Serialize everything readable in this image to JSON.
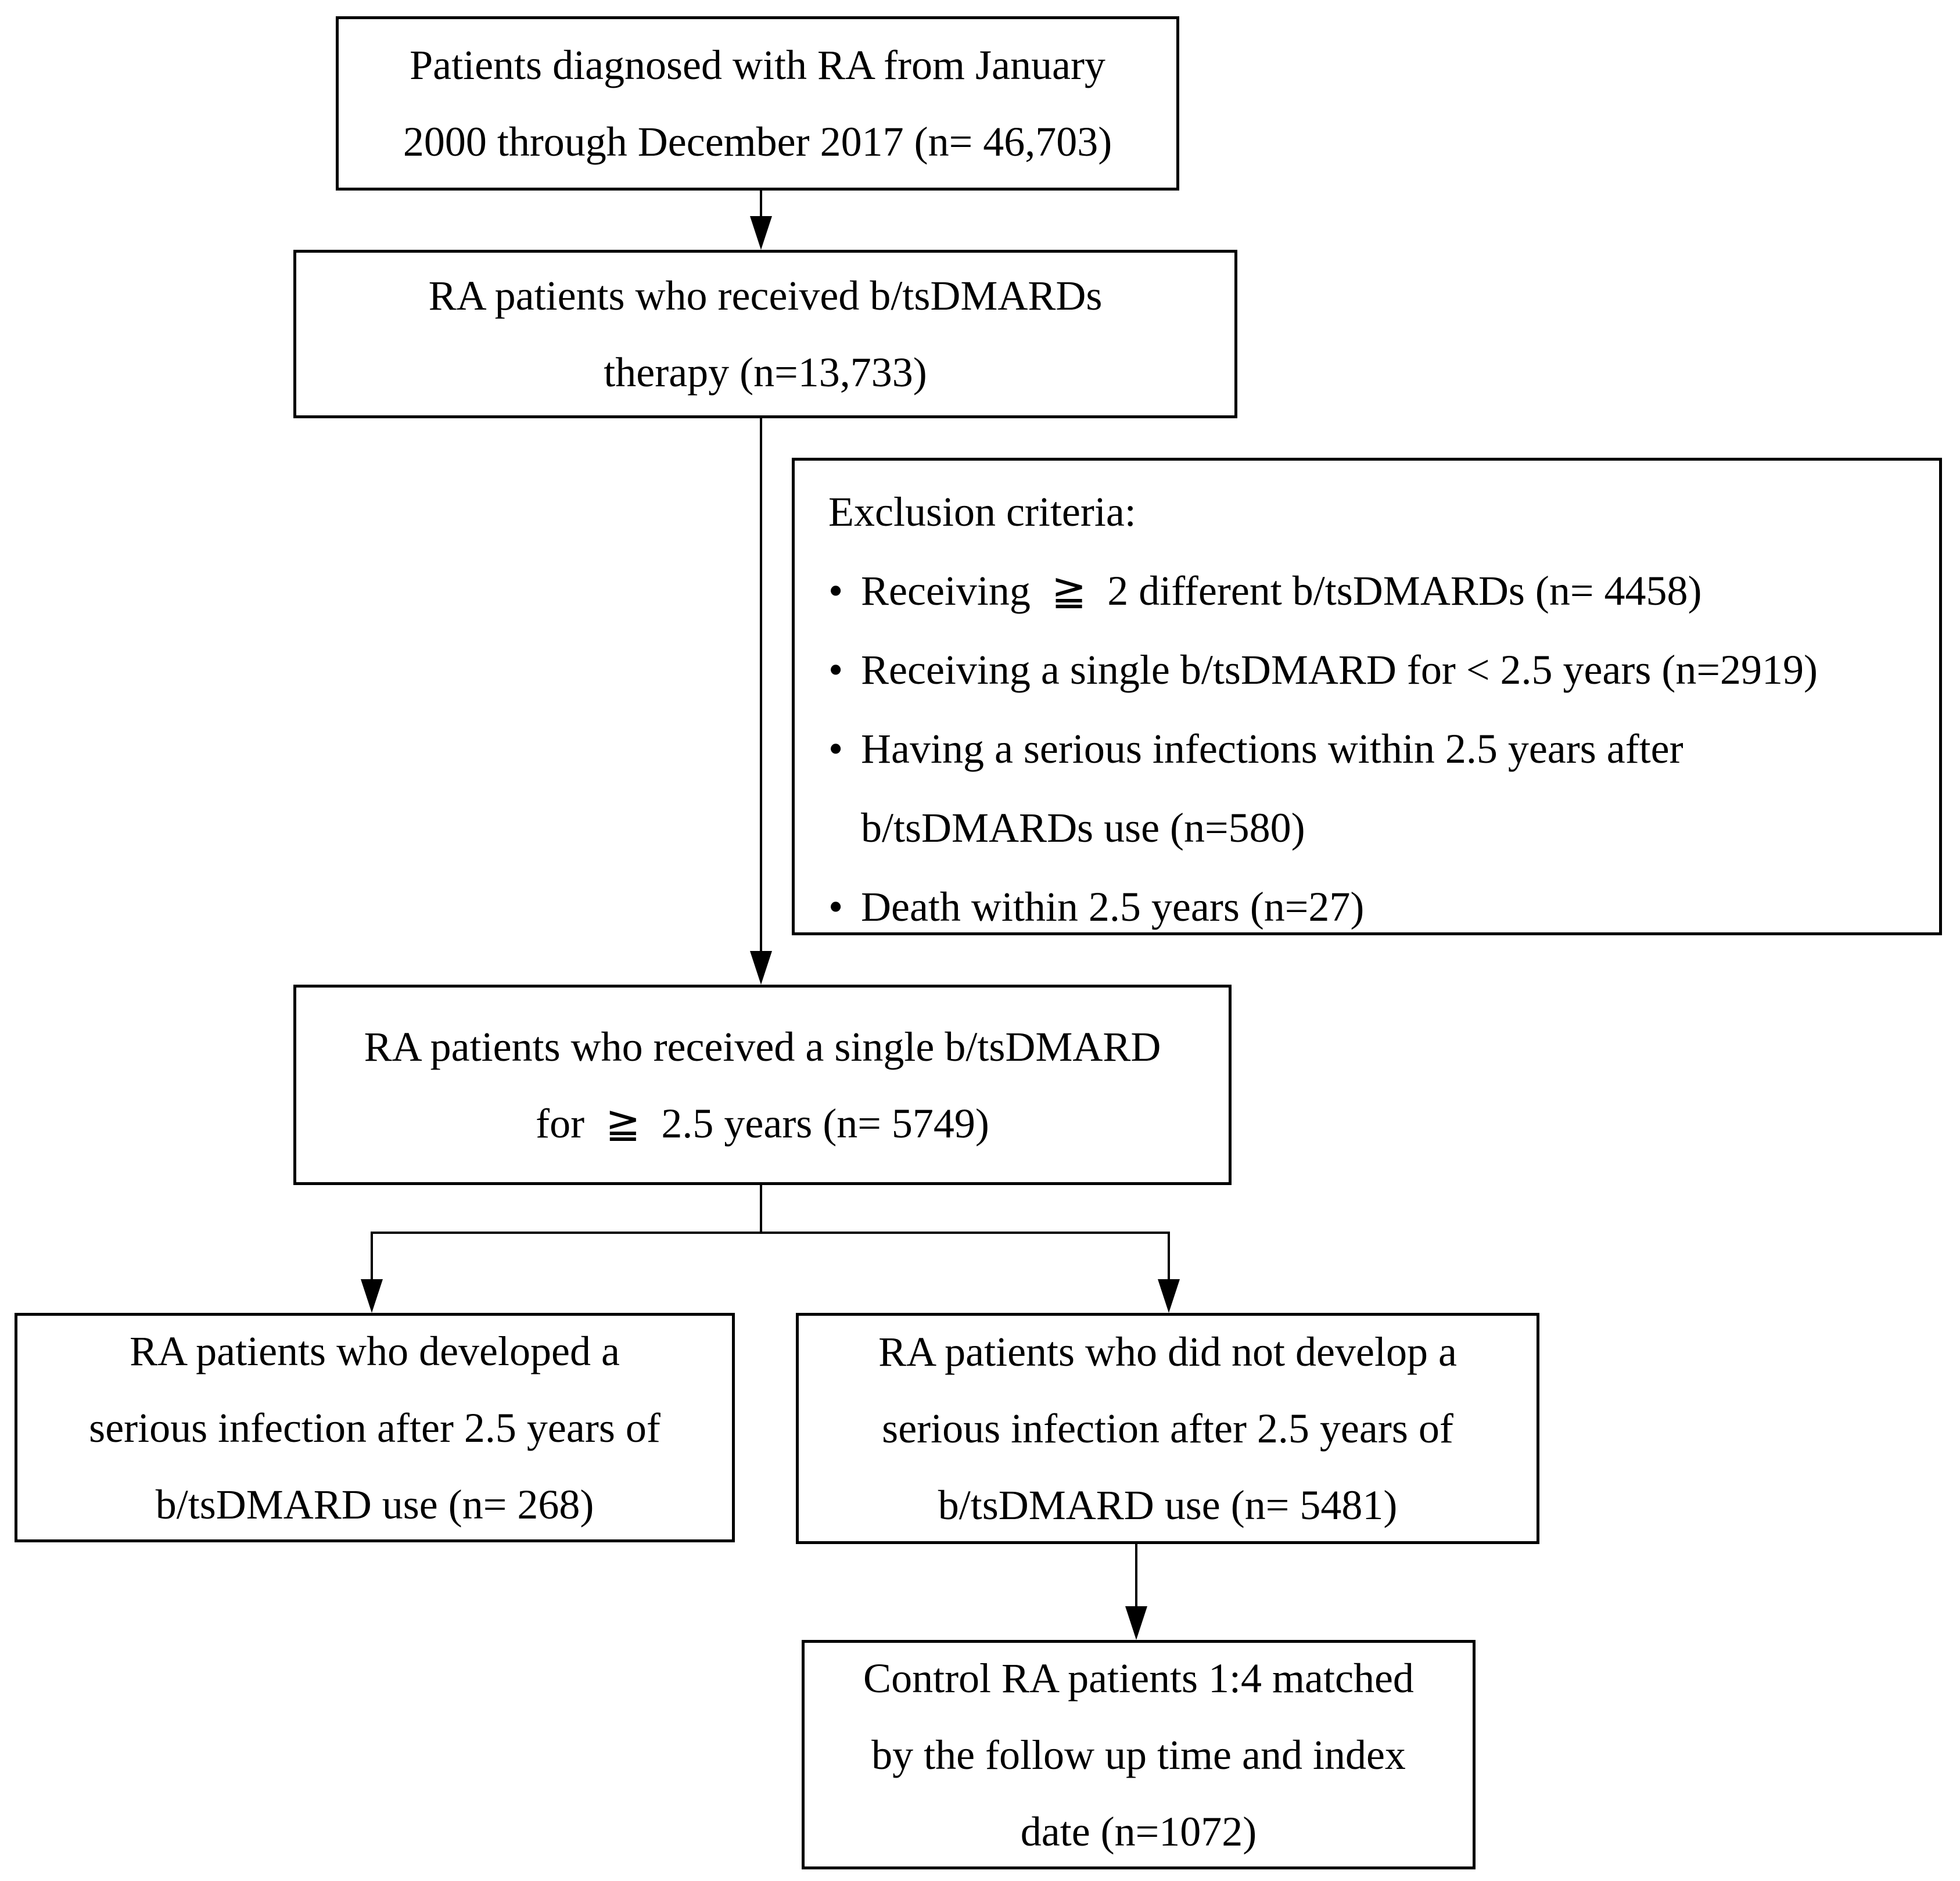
{
  "figure": {
    "background_color": "#ffffff",
    "line_color": "#000000",
    "text_color": "#000000"
  },
  "boxes": {
    "diagnosed": {
      "lines": [
        "Patients diagnosed with RA from January",
        "2000 through December 2017 (n= 46,703)"
      ]
    },
    "therapy": {
      "lines": [
        "RA patients who received b/tsDMARDs",
        "therapy (n=13,733)"
      ]
    },
    "single_dmard": {
      "lines": [
        "RA patients who received a single b/tsDMARD",
        "for  ≧  2.5 years (n= 5749)"
      ]
    },
    "infection": {
      "lines": [
        "RA patients who developed a",
        "serious infection after 2.5 years of",
        "b/tsDMARD use (n= 268)"
      ]
    },
    "no_infection": {
      "lines": [
        "RA patients who did not develop a",
        "serious infection after 2.5 years of",
        "b/tsDMARD use (n= 5481)"
      ]
    },
    "control": {
      "lines": [
        "Control RA patients 1:4 matched",
        "by the follow up time and index",
        "date (n=1072)"
      ]
    }
  },
  "exclusion": {
    "title": "Exclusion criteria:",
    "bullet_glyph": "•",
    "bullets": [
      {
        "lines": [
          "Receiving  ≧  2 different b/tsDMARDs (n= 4458)"
        ]
      },
      {
        "lines": [
          "Receiving a single b/tsDMARD for < 2.5 years (n=2919)"
        ]
      },
      {
        "lines": [
          "Having a serious infections within 2.5 years after",
          "b/tsDMARDs use (n=580)"
        ]
      },
      {
        "lines": [
          "Death within 2.5 years (n=27)"
        ]
      }
    ]
  }
}
